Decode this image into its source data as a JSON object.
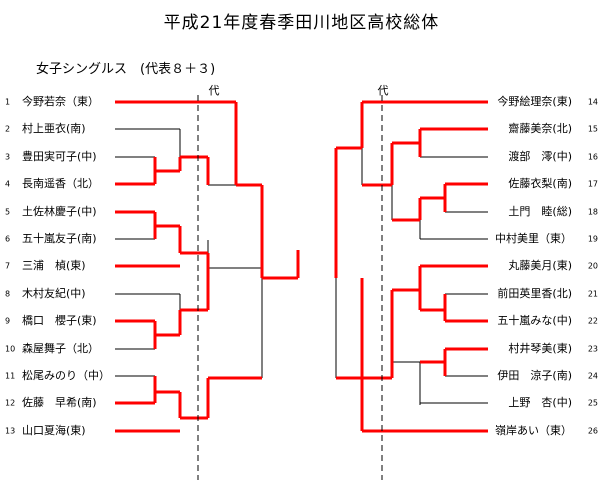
{
  "title": "平成21年度春季田川地区高校総体",
  "subtitle": "女子シングルス　(代表８＋３)",
  "rep_mark": "代",
  "colors": {
    "win_line": "#ff0000",
    "line": "#000000",
    "dash": "#000000"
  },
  "left": [
    {
      "num": "1",
      "name": "今野若奈（東）"
    },
    {
      "num": "2",
      "name": "村上亜衣(南)"
    },
    {
      "num": "3",
      "name": "豊田実可子(中)"
    },
    {
      "num": "4",
      "name": "長南遥香（北）"
    },
    {
      "num": "5",
      "name": "土佐林慶子(中)"
    },
    {
      "num": "6",
      "name": "五十嵐友子(南)"
    },
    {
      "num": "7",
      "name": "三浦　楨(東)"
    },
    {
      "num": "8",
      "name": "木村友紀(中)"
    },
    {
      "num": "9",
      "name": "橋口　櫻子(東)"
    },
    {
      "num": "10",
      "name": "森屋舞子（北）"
    },
    {
      "num": "11",
      "name": "松尾みのり（中）"
    },
    {
      "num": "12",
      "name": "佐藤　早希(南)"
    },
    {
      "num": "13",
      "name": "山口夏海(東)"
    }
  ],
  "right": [
    {
      "num": "14",
      "name": "今野絵理奈(東)"
    },
    {
      "num": "15",
      "name": "齋藤美奈(北)"
    },
    {
      "num": "16",
      "name": "渡部　澪(中)"
    },
    {
      "num": "17",
      "name": "佐藤衣梨(南)"
    },
    {
      "num": "18",
      "name": "土門　睦(総)"
    },
    {
      "num": "19",
      "name": "中村美里（東）"
    },
    {
      "num": "20",
      "name": "丸藤美月(東)"
    },
    {
      "num": "21",
      "name": "前田英里香(北)"
    },
    {
      "num": "22",
      "name": "五十嵐みな(中)"
    },
    {
      "num": "23",
      "name": "村井琴美(東)"
    },
    {
      "num": "24",
      "name": "伊田　涼子(南)"
    },
    {
      "num": "25",
      "name": "上野　杏(中)"
    },
    {
      "num": "26",
      "name": "嶺岸あい（東）"
    }
  ]
}
